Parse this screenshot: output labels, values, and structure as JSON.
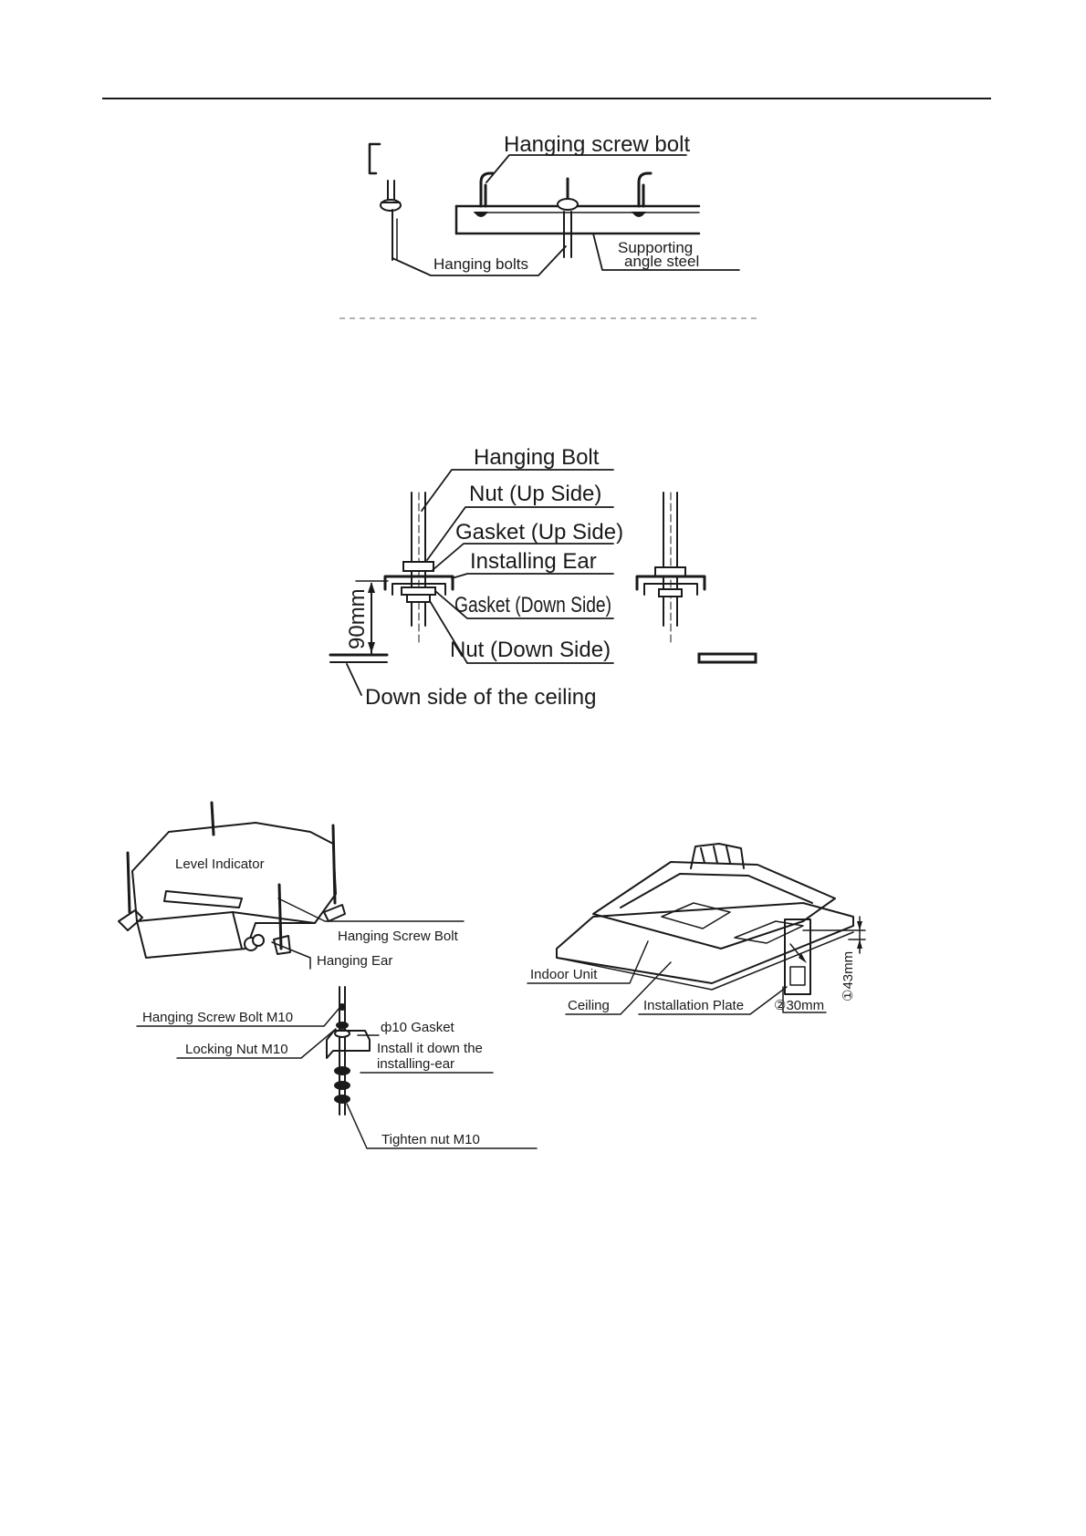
{
  "figure1": {
    "hanging_screw_bolt": "Hanging screw bolt",
    "hanging_bolts": "Hanging bolts",
    "supporting_line1": "Supporting",
    "supporting_line2": "angle steel"
  },
  "figure2": {
    "hanging_bolt": "Hanging Bolt",
    "nut_up": "Nut (Up Side)",
    "gasket_up": "Gasket (Up Side)",
    "installing_ear": "Installing Ear",
    "gasket_down": "Gasket (Down Side)",
    "nut_down": "Nut (Down Side)",
    "dimension": "90mm",
    "ceiling_down_side": "Down side of the ceiling"
  },
  "figure3": {
    "level_indicator": "Level Indicator",
    "hanging_screw_bolt": "Hanging Screw Bolt",
    "hanging_ear": "Hanging Ear",
    "hanging_screw_bolt_m10": "Hanging Screw Bolt M10",
    "locking_nut_m10": "Locking Nut M10",
    "gasket": "ф10 Gasket",
    "install_line1": "Install it down the",
    "install_line2": "installing-ear",
    "tighten_nut": "Tighten nut M10"
  },
  "figure4": {
    "indoor_unit": "Indoor Unit",
    "ceiling": "Ceiling",
    "installation_plate": "Installation Plate",
    "dim_43": "①43mm",
    "dim_30": "②30mm"
  }
}
